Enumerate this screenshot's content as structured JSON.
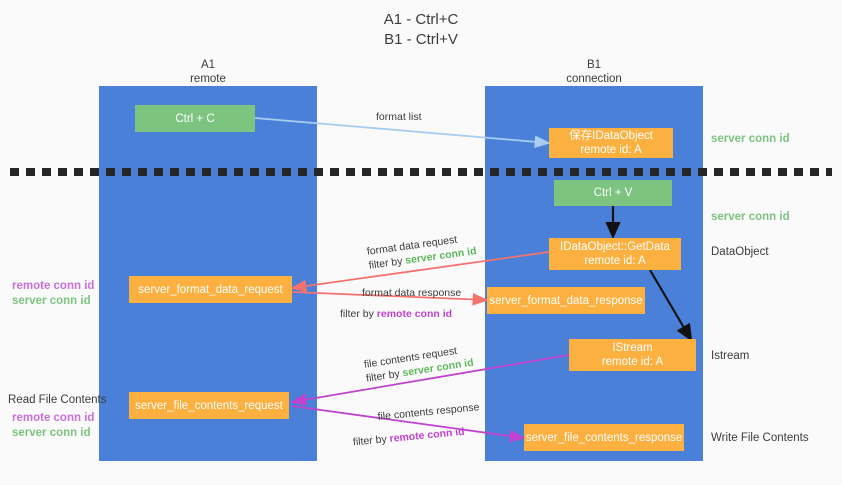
{
  "title": {
    "line1": "A1 - Ctrl+C",
    "line2": "B1 - Ctrl+V"
  },
  "columns": [
    {
      "id": "a1",
      "name": "A1",
      "subtitle": "remote"
    },
    {
      "id": "b1",
      "name": "B1",
      "subtitle": "connection"
    }
  ],
  "boxes": {
    "ctrl_c": {
      "label": "Ctrl + C",
      "color": "#7cc47f"
    },
    "ctrl_v": {
      "label": "Ctrl + V",
      "color": "#7cc47f"
    },
    "dataobject_store": {
      "line1": "保存IDataObject",
      "line2": "remote id: A",
      "color": "#fbb040"
    },
    "getdata": {
      "line1": "IDataObject::GetData",
      "line2": "remote id: A",
      "color": "#fbb040"
    },
    "istream": {
      "line1": "IStream",
      "line2": "remote id: A",
      "color": "#fbb040"
    },
    "server_format_data_request": {
      "label": "server_format_data_request",
      "color": "#fbb040"
    },
    "server_format_data_response": {
      "label": "server_format_data_response",
      "color": "#fbb040"
    },
    "server_file_contents_request": {
      "label": "server_file_contents_request",
      "color": "#fbb040"
    },
    "server_file_contents_response": {
      "label": "server_file_contents_response",
      "color": "#fbb040"
    }
  },
  "edges": {
    "format_list": {
      "label": "format list"
    },
    "format_data_request": {
      "label": "format data request",
      "filter_prefix": "filter by ",
      "filter_value": "server conn id"
    },
    "format_data_response": {
      "label": "format data response",
      "filter_prefix": "filter by ",
      "filter_value": "remote conn id"
    },
    "file_contents_request": {
      "label": "file contents request",
      "filter_prefix": "filter by ",
      "filter_value": "server conn id"
    },
    "file_contents_response": {
      "label": "file contents response",
      "filter_prefix": "filter by ",
      "filter_value": "remote conn id"
    }
  },
  "annotations": {
    "right": [
      {
        "id": "server-conn-id-top",
        "text": "server conn id",
        "color": "#7cc47f"
      },
      {
        "id": "server-conn-id-mid",
        "text": "server conn id",
        "color": "#7cc47f"
      },
      {
        "id": "dataobject",
        "text": "DataObject",
        "color": "#3c3c3c"
      },
      {
        "id": "istream",
        "text": "Istream",
        "color": "#3c3c3c"
      },
      {
        "id": "write-file-contents",
        "text": "Write File Contents",
        "color": "#3c3c3c"
      }
    ],
    "left": [
      {
        "id": "remote-conn-id-mid",
        "text": "remote conn id",
        "color": "#c96fd8"
      },
      {
        "id": "server-conn-id-mid",
        "text": "server conn id",
        "color": "#7cc47f"
      },
      {
        "id": "read-file-contents",
        "text": "Read File Contents",
        "color": "#3c3c3c"
      },
      {
        "id": "remote-conn-id-bottom",
        "text": "remote conn id",
        "color": "#c96fd8"
      },
      {
        "id": "server-conn-id-bottom",
        "text": "server conn id",
        "color": "#7cc47f"
      }
    ]
  },
  "colors": {
    "lane": "#4a80d8",
    "green_box": "#7cc47f",
    "orange_box": "#fbb040",
    "arrow_lightblue": "#a8cdf0",
    "arrow_red": "#f4736f",
    "arrow_magenta": "#c043d0",
    "arrow_black": "#111111",
    "divider": "#262626",
    "background": "#fafafa"
  }
}
